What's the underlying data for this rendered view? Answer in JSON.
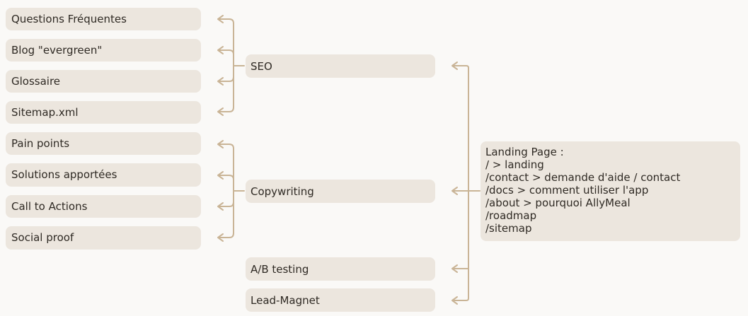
{
  "root": {
    "text": "Landing Page :\n/ > landing\n/contact > demande d'aide / contact\n/docs > comment utiliser l'app\n/about > pourquoi AllyMeal\n/roadmap\n/sitemap"
  },
  "branches": [
    {
      "label": "SEO",
      "children": [
        "Questions Fréquentes",
        "Blog \"evergreen\"",
        "Glossaire",
        "Sitemap.xml"
      ]
    },
    {
      "label": "Copywriting",
      "children": [
        "Pain points",
        "Solutions apportées",
        "Call to Actions",
        "Social proof"
      ]
    },
    {
      "label": "A/B testing",
      "children": []
    },
    {
      "label": "Lead-Magnet",
      "children": []
    }
  ],
  "colors": {
    "node_fill": "#ece6de",
    "connector": "#c9b496",
    "background": "#faf9f7"
  }
}
